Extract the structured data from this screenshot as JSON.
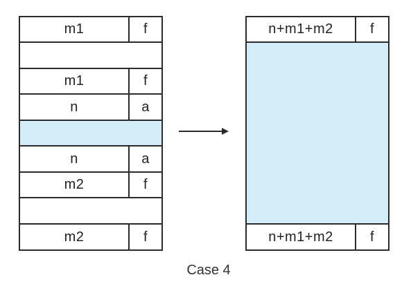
{
  "colors": {
    "free_block": "#d4edf8",
    "border": "#2b2b2b",
    "background": "#ffffff"
  },
  "left_column": {
    "rows": [
      {
        "size": "m1",
        "flag": "f"
      },
      {
        "size": "",
        "flag": ""
      },
      {
        "size": "m1",
        "flag": "f"
      },
      {
        "size": "n",
        "flag": "a"
      },
      {
        "size": "",
        "flag": ""
      },
      {
        "size": "n",
        "flag": "a"
      },
      {
        "size": "m2",
        "flag": "f"
      },
      {
        "size": "",
        "flag": ""
      },
      {
        "size": "m2",
        "flag": "f"
      }
    ]
  },
  "right_column": {
    "top": {
      "size": "n+m1+m2",
      "flag": "f"
    },
    "bottom": {
      "size": "n+m1+m2",
      "flag": "f"
    }
  },
  "arrow": {
    "icon": "right-arrow-icon"
  },
  "caption": "Case 4"
}
